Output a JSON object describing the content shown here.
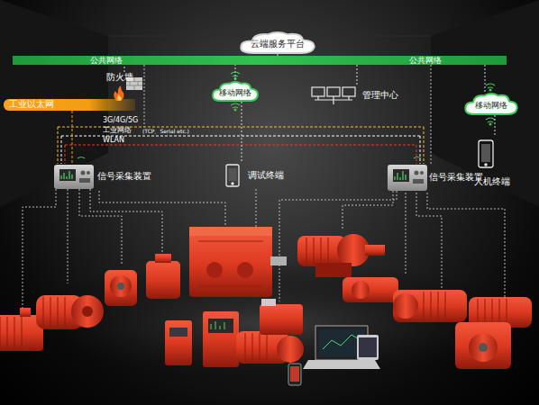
{
  "diagram": {
    "nodes": [
      {
        "text": [
          "云端服务平台"
        ]
      },
      {
        "text": [
          "公共网络",
          "公共网络"
        ]
      },
      {
        "text": [
          "防火墙"
        ]
      },
      {
        "text": [
          "移动网络"
        ]
      },
      {
        "text": [
          "管理中心"
        ]
      },
      {
        "text": [
          "工业以太网"
        ]
      },
      {
        "text": [
          "移动网络"
        ]
      },
      {
        "text": [
          "信号采集装置"
        ]
      },
      {
        "text": [
          "调试终端"
        ]
      },
      {
        "text": [
          "信号采集装置"
        ]
      },
      {
        "text": [
          "人机终端"
        ]
      }
    ],
    "edges": [
      {
        "from": 0,
        "to": 1,
        "arrow": "none"
      },
      {
        "from": 2,
        "to": 1,
        "arrow": "none"
      },
      {
        "from": 3,
        "to": 1,
        "arrow": "none"
      },
      {
        "from": 4,
        "to": 1,
        "arrow": "none"
      },
      {
        "from": 6,
        "to": 1,
        "arrow": "none"
      },
      {
        "from": 2,
        "to": 5,
        "arrow": "none"
      },
      {
        "from": 3,
        "to": 8,
        "arrow": "none"
      },
      {
        "from": 6,
        "to": 10,
        "arrow": "none"
      }
    ],
    "labels": [
      "3G/4G/5G",
      "工业网络",
      "(TCP、Serial etc.)",
      "WLAN"
    ]
  }
}
